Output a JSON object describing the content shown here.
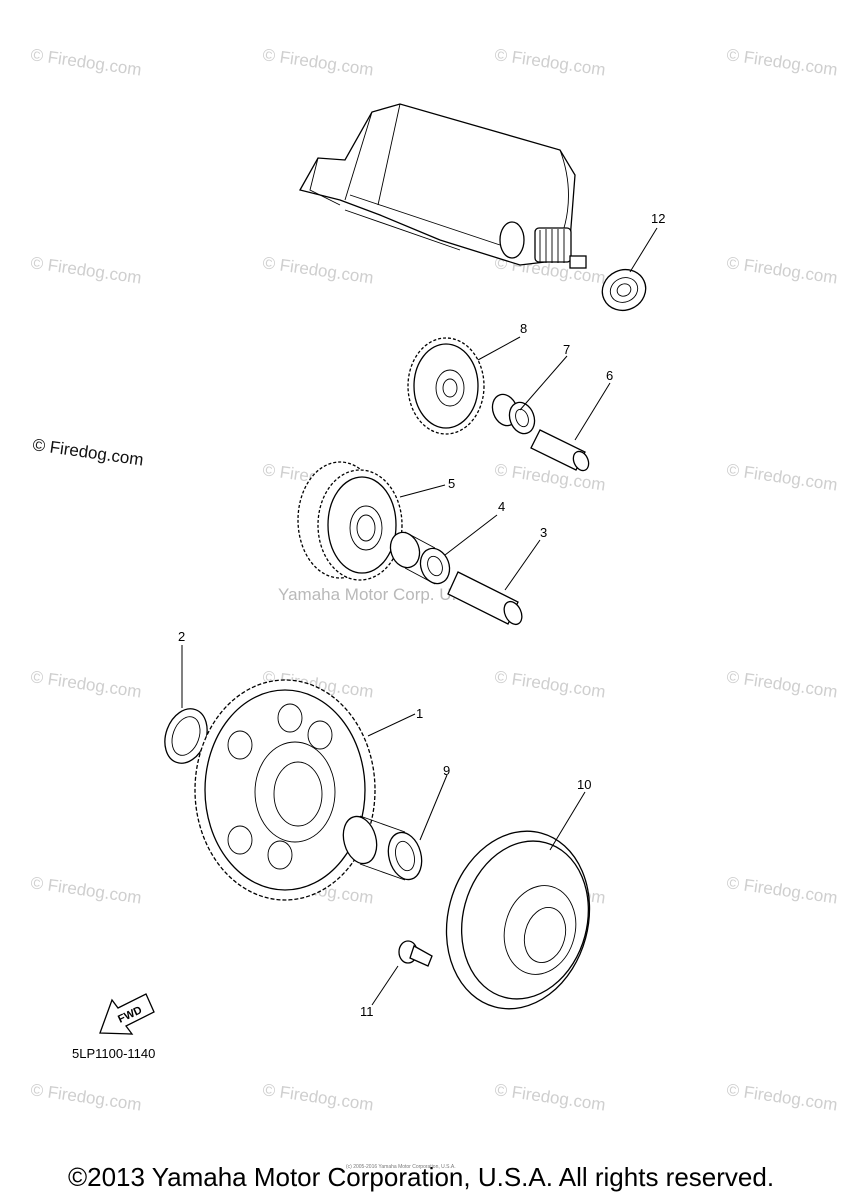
{
  "watermark": {
    "text": "© Firedog.com",
    "sample_text": "Firedog.com"
  },
  "left_watermark": "© Firedog.com",
  "center_watermark": "Yamaha Motor Corp. U.S.A.",
  "callouts": [
    "1",
    "2",
    "3",
    "4",
    "5",
    "6",
    "7",
    "8",
    "9",
    "10",
    "11",
    "12"
  ],
  "fwd_label": "FWD",
  "diagram_code": "5LP1100-1140",
  "tiny_note": "(c) 2005-2016 Yamaha Motor Corporation, U.S.A.",
  "copyright": "©2013 Yamaha Motor Corporation, U.S.A. All rights reserved."
}
